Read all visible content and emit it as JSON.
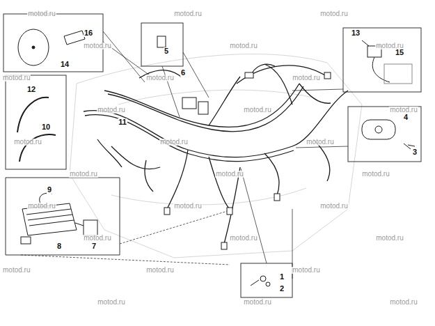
{
  "diagram": {
    "labels": [
      "1",
      "2",
      "3",
      "4",
      "5",
      "6",
      "7",
      "8",
      "9",
      "10",
      "11",
      "12",
      "13",
      "14",
      "15",
      "16",
      "motod.ru",
      "motod.ru",
      "motod.ru",
      "motod.ru",
      "motod.ru",
      "motod.ru",
      "motod.ru",
      "motod.ru",
      "motod.ru",
      "motod.ru",
      "motod.ru",
      "motod.ru",
      "motod.ru",
      "motod.ru",
      "motod.ru",
      "motod.ru",
      "motod.ru",
      "motod.ru",
      "motod.ru",
      "motod.ru",
      "motod.ru",
      "motod.ru",
      "motod.ru",
      "motod.ru",
      "motod.ru",
      "motod.ru",
      "motod.ru",
      "motod.ru",
      "motod.ru",
      "motod.ru"
    ]
  }
}
